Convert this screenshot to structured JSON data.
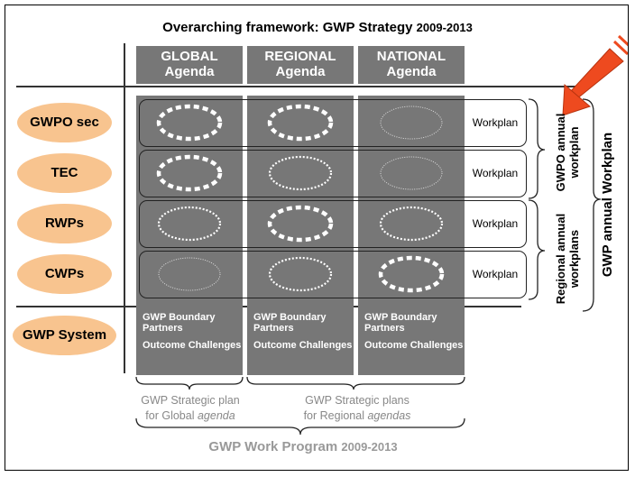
{
  "title": {
    "main": "Overarching framework: GWP Strategy ",
    "years": "2009-2013"
  },
  "columns": [
    {
      "line1": "GLOBAL",
      "line2": "Agenda"
    },
    {
      "line1": "REGIONAL",
      "line2": "Agenda"
    },
    {
      "line1": "NATIONAL",
      "line2": "Agenda"
    }
  ],
  "rows": [
    {
      "label": "GWPO sec",
      "workplan": "Workplan",
      "ellipse_styles": [
        "thick",
        "thick",
        "thin"
      ]
    },
    {
      "label": "TEC",
      "workplan": "Workplan",
      "ellipse_styles": [
        "thick",
        "dotted",
        "thin"
      ]
    },
    {
      "label": "RWPs",
      "workplan": "Workplan",
      "ellipse_styles": [
        "dotted",
        "thick",
        "dotted"
      ]
    },
    {
      "label": "CWPs",
      "workplan": "Workplan",
      "ellipse_styles": [
        "thin",
        "dotted",
        "thick"
      ]
    }
  ],
  "system": {
    "label": "GWP System",
    "footer": {
      "partners": "GWP Boundary Partners",
      "challenges": "Outcome Challenges"
    }
  },
  "side_labels": {
    "gwpo": {
      "line1": "GWPO annual",
      "line2": "workplan"
    },
    "regional": {
      "line1": "Regional annual",
      "line2": "workplans"
    },
    "gwp_annual": "GWP annual Workplan"
  },
  "bottom": {
    "strategic_global": {
      "line1": "GWP Strategic plan",
      "line2_pre": "for Global ",
      "line2_em": "agenda"
    },
    "strategic_regional": {
      "line1": "GWP Strategic plans",
      "line2_pre": "for Regional ",
      "line2_em": "agendas"
    },
    "work_program": {
      "main": "GWP Work Program ",
      "years": "2009-2013"
    }
  },
  "colors": {
    "pill": "#f8c48f",
    "column": "#777777",
    "arrow": "#ee4a1f"
  }
}
